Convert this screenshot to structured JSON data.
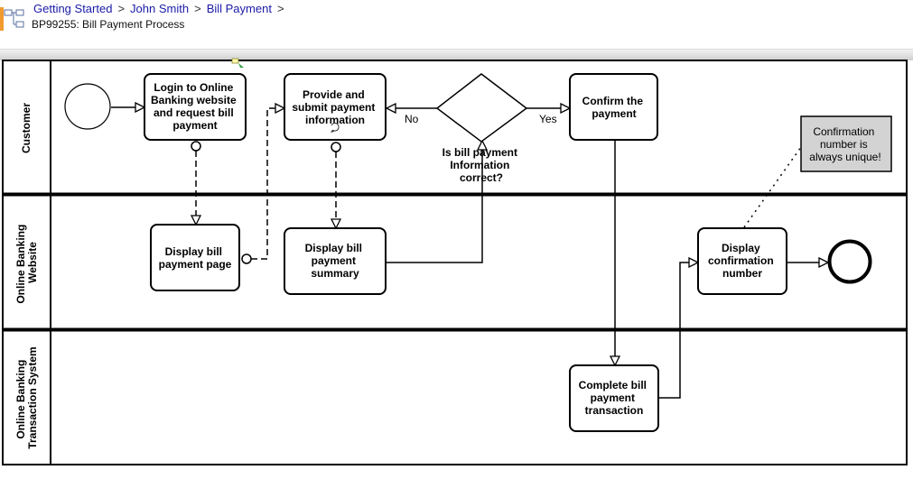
{
  "breadcrumb": {
    "items": [
      "Getting Started",
      "John Smith",
      "Bill Payment"
    ],
    "trailing": ">"
  },
  "process_title": "BP99255: Bill Payment Process",
  "lanes": [
    {
      "lines": [
        "Customer"
      ]
    },
    {
      "lines": [
        "Online Banking",
        "Website"
      ]
    },
    {
      "lines": [
        "Online Banking",
        "Transaction System"
      ]
    }
  ],
  "tasks": {
    "login": [
      "Login to Online",
      "Banking website",
      "and request bill",
      "payment"
    ],
    "provide": [
      "Provide and",
      "submit payment",
      "information"
    ],
    "confirm": [
      "Confirm the",
      "payment"
    ],
    "display_page": [
      "Display bill",
      "payment page"
    ],
    "display_summary": [
      "Display bill",
      "payment",
      "summary"
    ],
    "display_confirmation": [
      "Display",
      "confirmation",
      "number"
    ],
    "complete": [
      "Complete bill",
      "payment",
      "transaction"
    ]
  },
  "gateway": {
    "lines": [
      "Is bill payment",
      "Information",
      "correct?"
    ],
    "no_label": "No",
    "yes_label": "Yes"
  },
  "note": {
    "lines": [
      "Confirmation",
      "number is",
      "always unique!"
    ]
  }
}
